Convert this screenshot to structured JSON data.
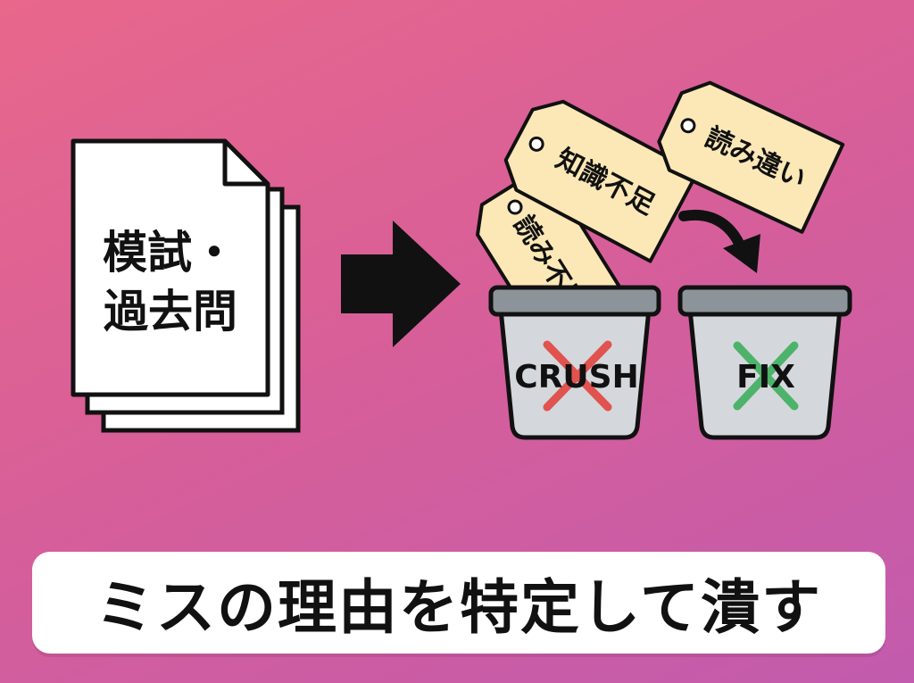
{
  "document": {
    "line1": "模試・",
    "line2": "過去問"
  },
  "tags": [
    {
      "id": "knowledge",
      "label": "知識不足"
    },
    {
      "id": "misread-top",
      "label": "読み違い"
    },
    {
      "id": "misread-low",
      "label": "読み不足"
    }
  ],
  "bins": [
    {
      "id": "crush",
      "label": "CRUSH",
      "mark_color": "#e0534f"
    },
    {
      "id": "fix",
      "label": "FIX",
      "mark_color": "#4db36a"
    }
  ],
  "caption": "ミスの理由を特定して潰す",
  "colors": {
    "tag_fill": "#fbe8b6",
    "bin_body": "#d4d8dd",
    "bin_rim": "#8c9399"
  }
}
